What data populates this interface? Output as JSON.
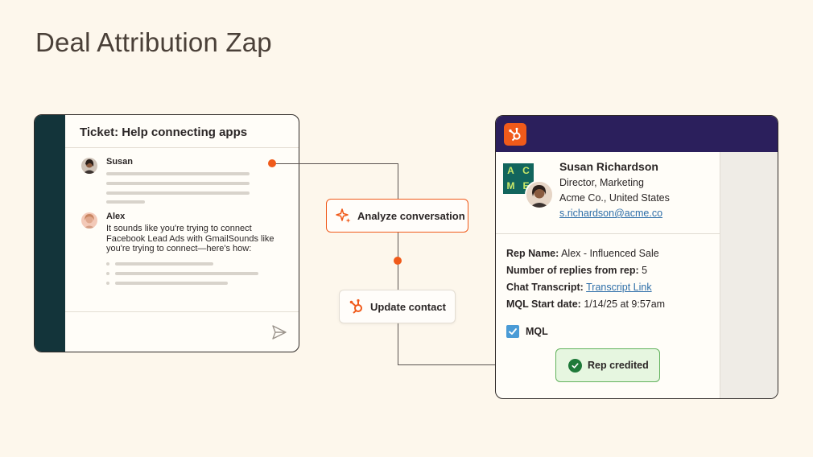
{
  "title": "Deal Attribution Zap",
  "ticket": {
    "title": "Ticket: Help connecting apps",
    "messages": [
      {
        "author": "Susan"
      },
      {
        "author": "Alex",
        "text": "It sounds like you're trying to connect Facebook Lead Ads with GmailSounds like you're trying to connect—here's how:"
      }
    ]
  },
  "steps": {
    "analyze": "Analyze conversation",
    "update": "Update contact"
  },
  "contact": {
    "company_logo": [
      "A",
      "C",
      "M",
      "E"
    ],
    "name": "Susan Richardson",
    "role": "Director, Marketing",
    "company": "Acme Co., United States",
    "email": "s.richardson@acme.co"
  },
  "fields": [
    {
      "label": "Rep Name:",
      "value": "Alex - Influenced Sale"
    },
    {
      "label": "Number of replies from rep:",
      "value": "5"
    },
    {
      "label": "Chat Transcript:",
      "value": "Transcript Link",
      "link": true
    },
    {
      "label": "MQL Start date:",
      "value": "1/14/25 at 9:57am"
    }
  ],
  "mql": {
    "label": "MQL",
    "checked": true
  },
  "badge": "Rep credited",
  "colors": {
    "accent": "#f05a1a",
    "ticket_sidebar": "#13343a",
    "crm_header": "#2b1f5c",
    "success": "#1f7a3a",
    "background": "#fdf7ec"
  }
}
